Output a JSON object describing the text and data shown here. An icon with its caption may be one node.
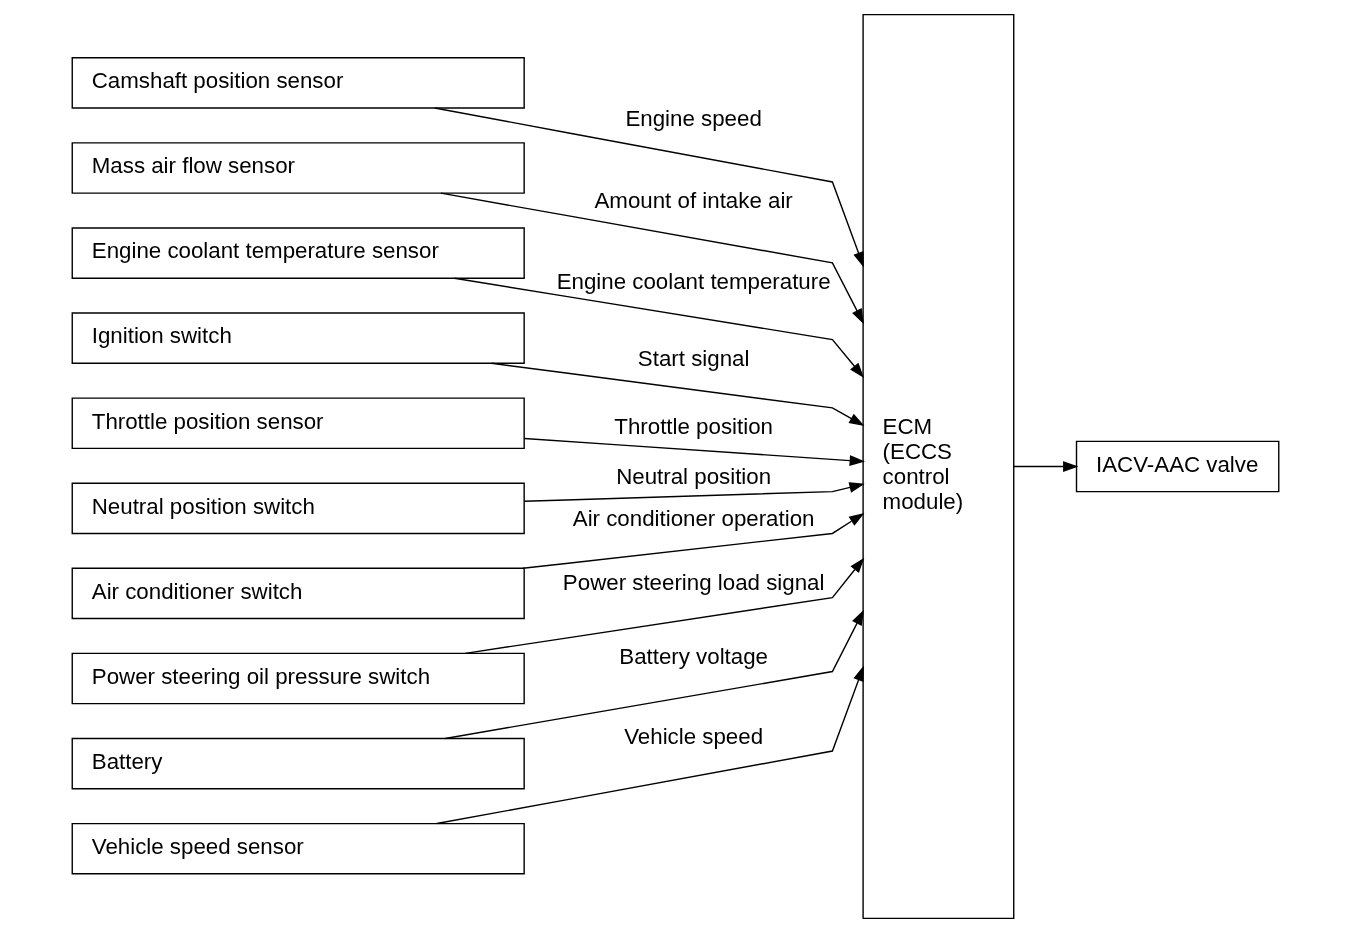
{
  "diagram": {
    "nodes": [
      {
        "text": [
          "Camshaft position sensor"
        ]
      },
      {
        "text": [
          "Mass air flow sensor"
        ]
      },
      {
        "text": [
          "Engine coolant temperature sensor"
        ]
      },
      {
        "text": [
          "Ignition switch"
        ]
      },
      {
        "text": [
          "Throttle position sensor"
        ]
      },
      {
        "text": [
          "Neutral position switch"
        ]
      },
      {
        "text": [
          "Air conditioner switch"
        ]
      },
      {
        "text": [
          "Power steering oil pressure switch"
        ]
      },
      {
        "text": [
          "Battery"
        ]
      },
      {
        "text": [
          "Vehicle speed sensor"
        ]
      },
      {
        "text": [
          "ECM (ECCS control module)"
        ]
      },
      {
        "text": [
          "IACV-AAC valve"
        ]
      }
    ],
    "edges": [
      {
        "from": 0,
        "to": 10,
        "arrow": "to",
        "label": "Engine speed"
      },
      {
        "from": 1,
        "to": 10,
        "arrow": "to",
        "label": "Amount of intake air"
      },
      {
        "from": 2,
        "to": 10,
        "arrow": "to",
        "label": "Engine coolant temperature"
      },
      {
        "from": 3,
        "to": 10,
        "arrow": "to",
        "label": "Start signal"
      },
      {
        "from": 4,
        "to": 10,
        "arrow": "to",
        "label": "Throttle position"
      },
      {
        "from": 5,
        "to": 10,
        "arrow": "to",
        "label": "Neutral position"
      },
      {
        "from": 6,
        "to": 10,
        "arrow": "to",
        "label": "Air conditioner operation"
      },
      {
        "from": 7,
        "to": 10,
        "arrow": "to",
        "label": "Power steering load signal"
      },
      {
        "from": 8,
        "to": 10,
        "arrow": "to",
        "label": "Battery voltage"
      },
      {
        "from": 9,
        "to": 10,
        "arrow": "to",
        "label": "Vehicle speed"
      },
      {
        "from": 10,
        "to": 11,
        "arrow": "to"
      }
    ]
  }
}
